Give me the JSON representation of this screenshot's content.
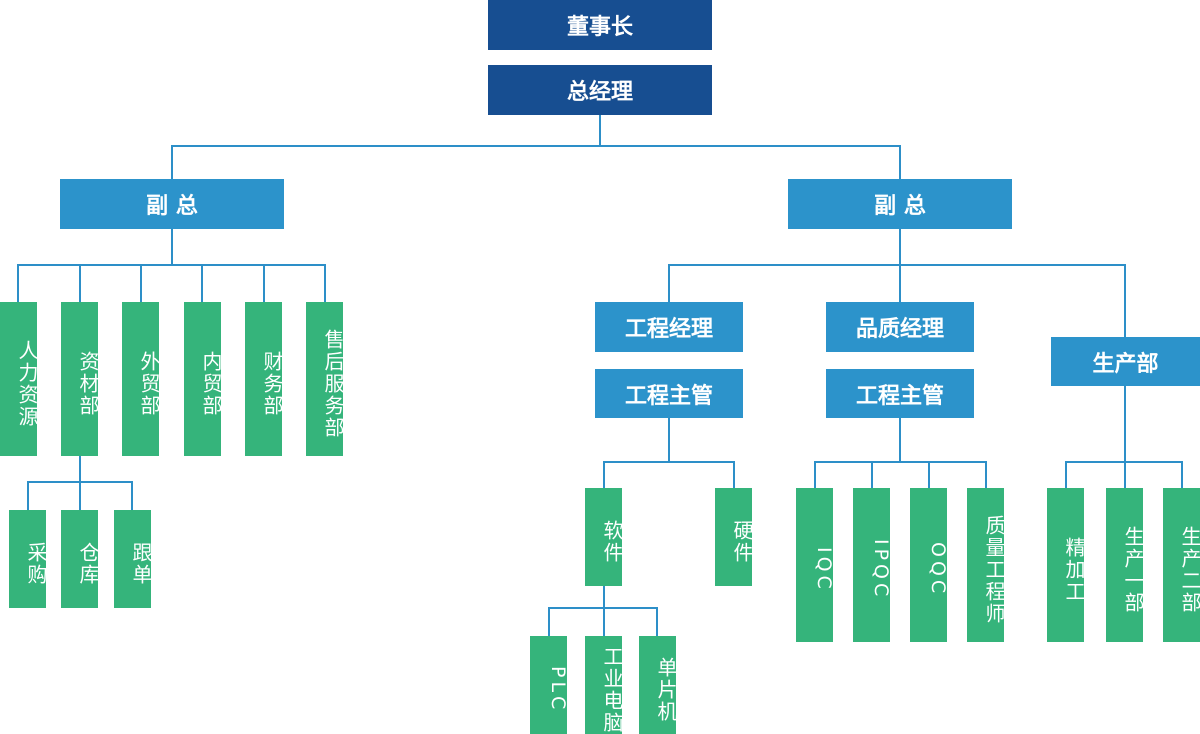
{
  "chairman": "董事长",
  "gm": "总经理",
  "vp_left": "副 总",
  "vp_right": "副 总",
  "left_departments": [
    "人力资源",
    "资材部",
    "外贸部",
    "内贸部",
    "财务部",
    "售后服务部"
  ],
  "materials_sub": [
    "采购",
    "仓库",
    "跟单"
  ],
  "eng_manager": "工程经理",
  "eng_supervisor": "工程主管",
  "quality_manager": "品质经理",
  "quality_supervisor": "工程主管",
  "production": "生产部",
  "eng_sub": [
    "软件",
    "硬件"
  ],
  "software_sub": [
    "PLC",
    "工业电脑",
    "单片机"
  ],
  "quality_sub": [
    "IQC",
    "IPQC",
    "OQC",
    "质量工程师"
  ],
  "production_sub": [
    "精加工",
    "生产一部",
    "生产二部"
  ],
  "colors": {
    "top_box": "#174e91",
    "mid_box": "#2c93cb",
    "leaf_box": "#35b47b",
    "line": "#2d8fc8"
  }
}
